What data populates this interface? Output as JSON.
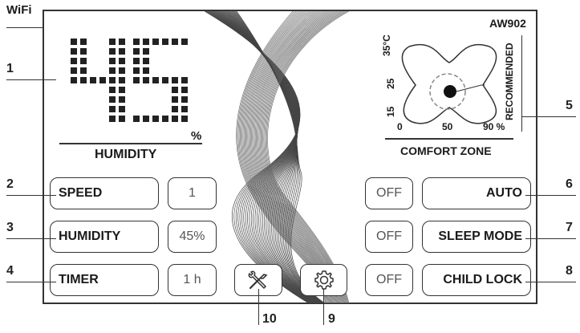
{
  "wifi": {
    "label": "WiFi",
    "icon": "wifi-icon"
  },
  "model": "AW902",
  "display": {
    "value": "45",
    "unit": "%",
    "label": "HUMIDITY"
  },
  "comfort_zone": {
    "title": "COMFORT ZONE",
    "side_label": "RECOMMENDED",
    "y_ticks": [
      "35°C",
      "25",
      "15"
    ],
    "x_ticks": [
      "0",
      "50",
      "90 %"
    ]
  },
  "controls": {
    "speed": {
      "label": "SPEED",
      "value": "1"
    },
    "humidity": {
      "label": "HUMIDITY",
      "value": "45%"
    },
    "timer": {
      "label": "TIMER",
      "value": "1 h"
    },
    "auto": {
      "label": "AUTO",
      "state": "OFF"
    },
    "sleep": {
      "label": "SLEEP MODE",
      "state": "OFF"
    },
    "child_lock": {
      "label": "CHILD LOCK",
      "state": "OFF"
    },
    "tools_icon": "tools-icon",
    "settings_icon": "gear-icon"
  },
  "callouts": [
    "1",
    "2",
    "3",
    "4",
    "5",
    "6",
    "7",
    "8",
    "9",
    "10"
  ]
}
